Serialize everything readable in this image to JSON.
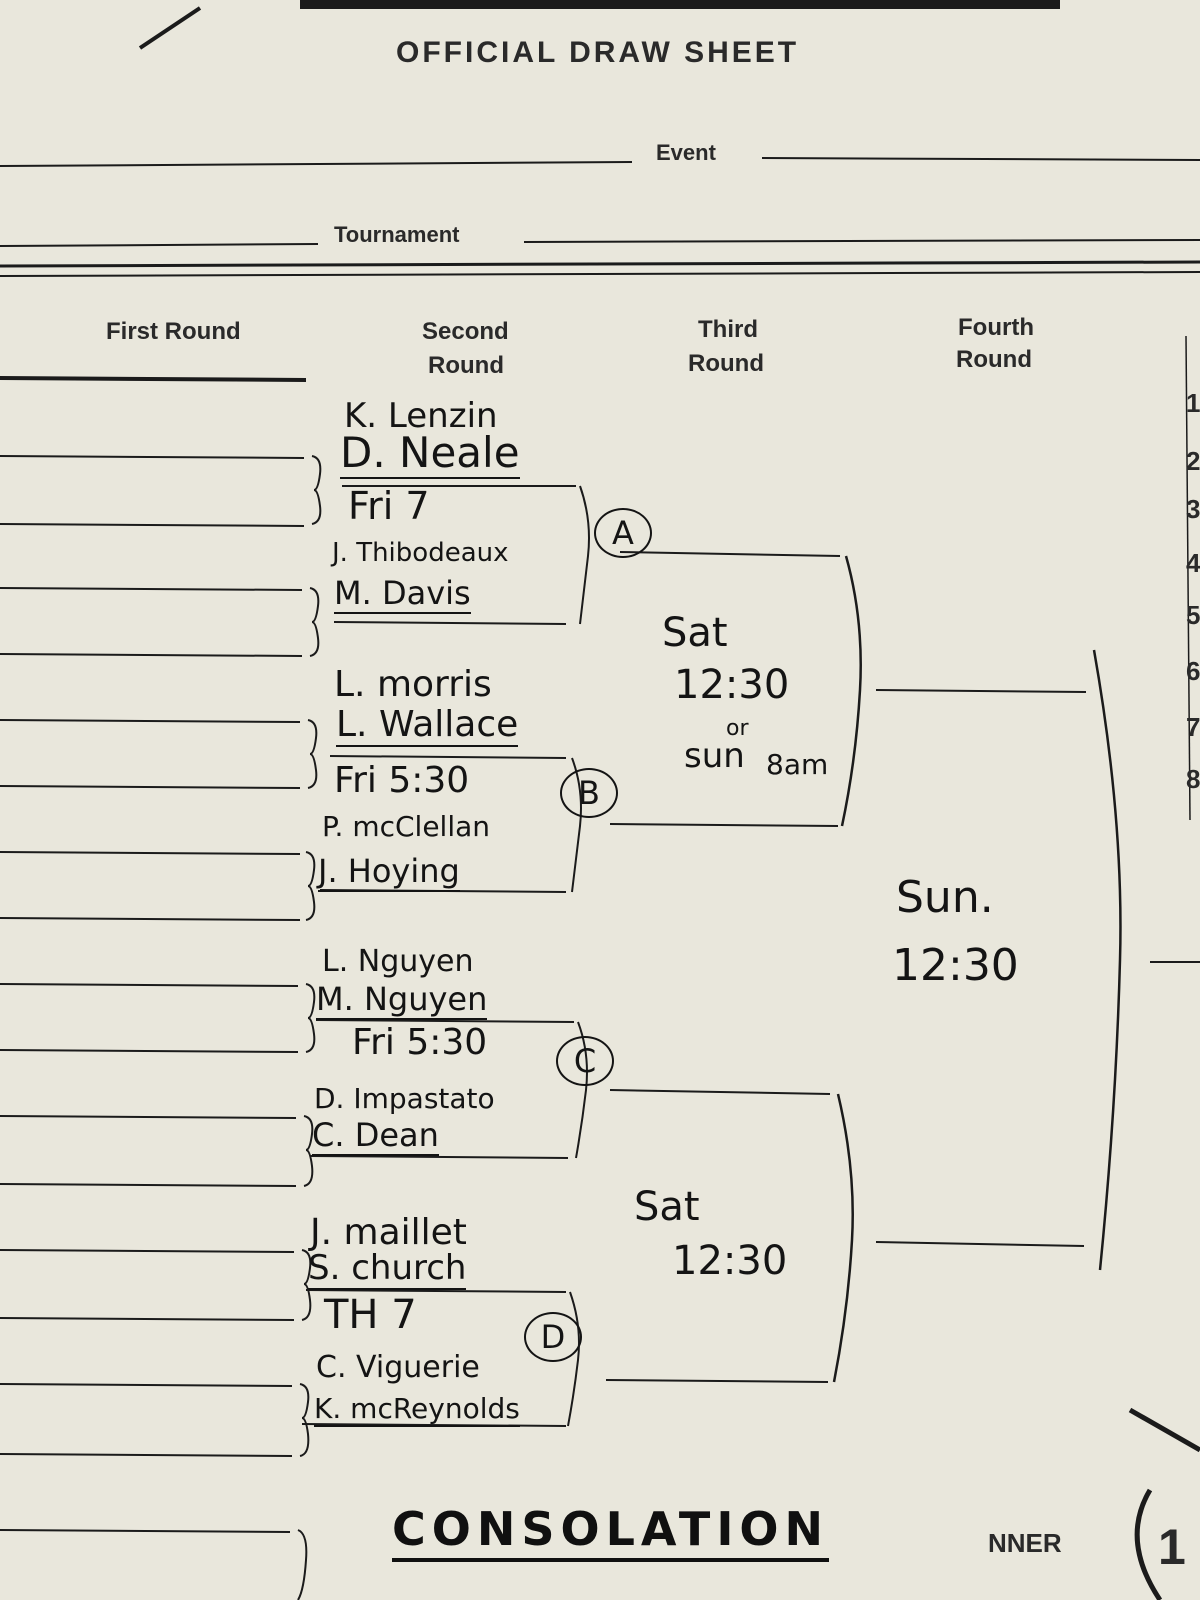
{
  "header": {
    "title": "OFFICIAL DRAW SHEET",
    "event_label": "Event",
    "tournament_label": "Tournament"
  },
  "rounds": {
    "first": "First Round",
    "second_l1": "Second",
    "second_l2": "Round",
    "third_l1": "Third",
    "third_l2": "Round",
    "fourth_l1": "Fourth",
    "fourth_l2": "Round"
  },
  "players": [
    "K. Lenzin",
    "D. Neale",
    "J. Thibodeaux",
    "M. Davis",
    "L. morris",
    "L. Wallace",
    "P. mcClellan",
    "J. Hoying",
    "L. Nguyen",
    "M. Nguyen",
    "D. Impastato",
    "C. Dean",
    "J. maillet",
    "S. church",
    "C. Viguerie",
    "K. mcReynolds"
  ],
  "times": {
    "match_a": "Fri 7",
    "match_b": "Fri 5:30",
    "match_c": "Fri 5:30",
    "match_d": "TH 7",
    "semi_1_l1": "Sat",
    "semi_1_l2": "12:30",
    "semi_1_l3": "or",
    "semi_1_l4": "sun",
    "semi_1_l5": "8am",
    "semi_2_l1": "Sat",
    "semi_2_l2": "12:30",
    "final_l1": "Sun.",
    "final_l2": "12:30"
  },
  "match_codes": {
    "a": "A",
    "b": "B",
    "c": "C",
    "d": "D"
  },
  "right_numbers": [
    "1",
    "2",
    "3",
    "4",
    "5",
    "6",
    "7",
    "8"
  ],
  "footer": {
    "consolation": "CONSOLATION",
    "winner_fragment": "NNER",
    "badge": "1"
  }
}
